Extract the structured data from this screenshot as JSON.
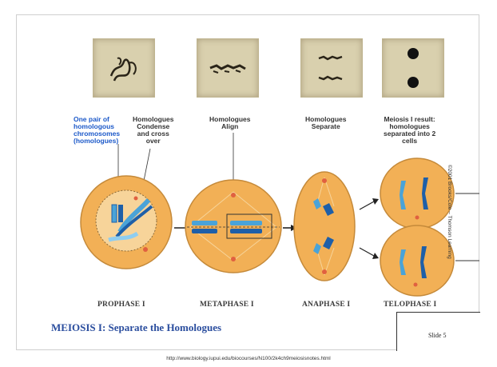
{
  "labels": {
    "pair": "One pair of\nhomologous\nchromosomes\n(homologues)",
    "condense": "Homologues\nCondense\nand cross\nover",
    "align": "Homologues\nAlign",
    "separate": "Homologues\nSeparate",
    "result": "Meiosis I result:\nhomologues\nseparated into 2\ncells"
  },
  "phases": [
    "PROPHASE I",
    "METAPHASE I",
    "ANAPHASE I",
    "TELOPHASE I"
  ],
  "title": "MEIOSIS I: Separate the Homologues",
  "slide_number": "Slide 5",
  "credit": "©2001 Brooks/Cole – Thomson Learning",
  "source_url": "http://www.biology.iupui.edu/biocourses/N100/2k4ch9meiosisnotes.html",
  "colors": {
    "title": "#2a4d9e",
    "cell": "#f2b056",
    "chromosome_blue": "#4aa3d8",
    "chromosome_dark": "#1e5fa8",
    "label_blue": "#1c59c9"
  }
}
